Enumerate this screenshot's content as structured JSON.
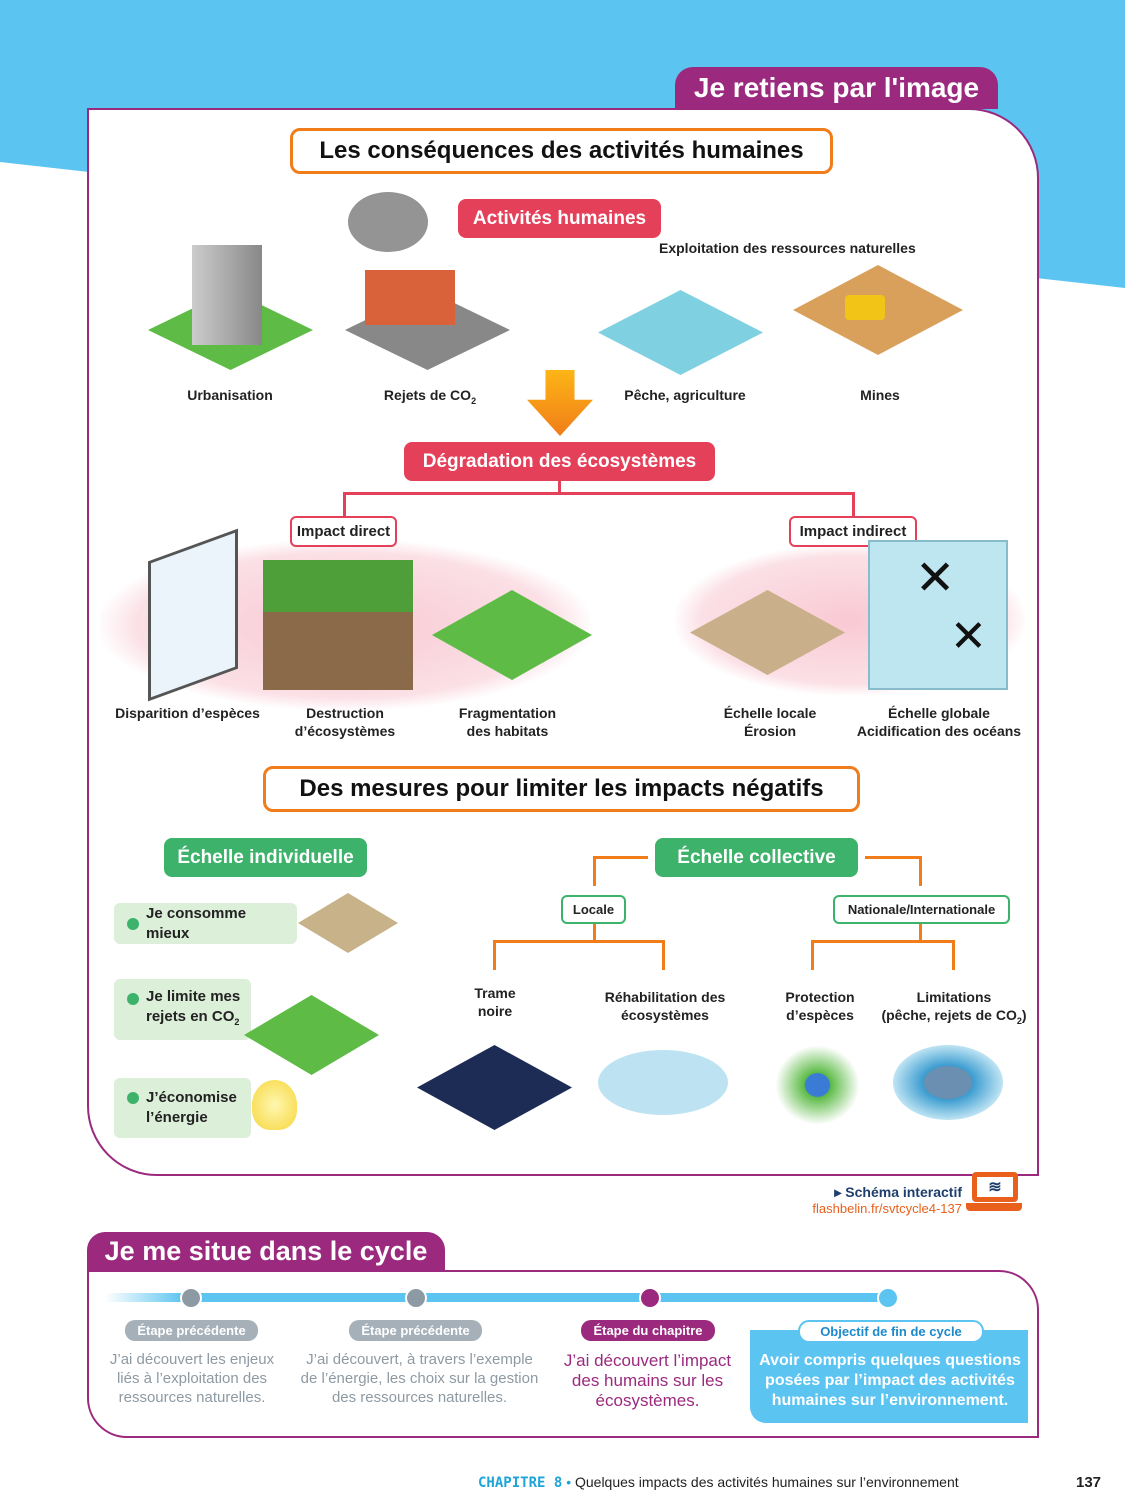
{
  "header": {
    "tab_title": "Je retiens par l'image"
  },
  "section1": {
    "title": "Les conséquences des activités humaines",
    "activities_label": "Activités humaines",
    "resources_label": "Exploitation des ressources naturelles",
    "activities": [
      "Urbanisation",
      "Rejets de CO",
      "Pêche, agriculture",
      "Mines"
    ],
    "co2_subscript": "2",
    "degradation_label": "Dégradation des écosystèmes",
    "impact_direct": "Impact direct",
    "impact_indirect": "Impact indirect",
    "direct_items": [
      [
        "Disparition d’espèces"
      ],
      [
        "Destruction",
        "d’écosystèmes"
      ],
      [
        "Fragmentation",
        "des habitats"
      ]
    ],
    "indirect_items": [
      [
        "Échelle locale",
        "Érosion"
      ],
      [
        "Échelle globale",
        "Acidification des océans"
      ]
    ]
  },
  "section2": {
    "title": "Des mesures pour limiter les impacts négatifs",
    "individual_label": "Échelle individuelle",
    "individual_items": [
      "Je consomme mieux",
      "Je limite mes",
      "rejets en CO",
      "J’économise",
      "l’énergie"
    ],
    "collective_label": "Échelle collective",
    "locale": "Locale",
    "national": "Nationale/Internationale",
    "trame": [
      "Trame",
      "noire"
    ],
    "rehab": [
      "Réhabilitation des",
      "écosystèmes"
    ],
    "protection": [
      "Protection",
      "d’espèces"
    ],
    "limitations": [
      "Limitations",
      "(pêche, rejets de CO",
      "2",
      ")"
    ]
  },
  "link": {
    "label": "Schéma interactif",
    "url": "flashbelin.fr/svtcycle4-137"
  },
  "cycle": {
    "tab_title": "Je me situe dans le cycle",
    "steps": [
      {
        "tag": "Étape précédente",
        "text": "J’ai découvert les enjeux liés à l’exploitation des ressources naturelles."
      },
      {
        "tag": "Étape précédente",
        "text": "J’ai découvert, à travers l’exemple de l’énergie, les choix sur la gestion des ressources naturelles."
      },
      {
        "tag": "Étape du chapitre",
        "text": "J’ai découvert l’impact des humains sur les écosystèmes."
      },
      {
        "tag": "Objectif de fin de cycle",
        "text": "Avoir compris quelques questions posées par l’impact des activités humaines sur l’environnement."
      }
    ]
  },
  "footer": {
    "chapter": "CHAPITRE 8",
    "bullet": "•",
    "title": "Quelques impacts des activités humaines sur l’environnement",
    "page": "137"
  },
  "colors": {
    "purple": "#9B2A7F",
    "red": "#E5405A",
    "orange": "#F07D1A",
    "green": "#3DB26A",
    "blue": "#5BC4F1"
  }
}
